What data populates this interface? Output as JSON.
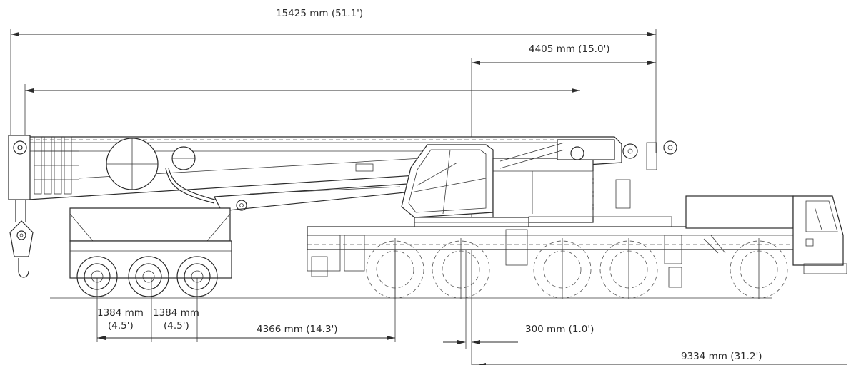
{
  "dimensions": {
    "overall_length": "15425 mm (51.1')",
    "front_overhang": "4405 mm (15.0')",
    "axle_spacing_1_mm": "1384 mm",
    "axle_spacing_1_ft": "(4.5')",
    "axle_spacing_2_mm": "1384 mm",
    "axle_spacing_2_ft": "(4.5')",
    "rear_to_axis": "4366 mm (14.3')",
    "slew_offset": "300 mm (1.0')",
    "axis_to_front": "9334 mm (31.2')"
  },
  "colors": {
    "ink": "#2b2b2b",
    "background": "#ffffff"
  }
}
